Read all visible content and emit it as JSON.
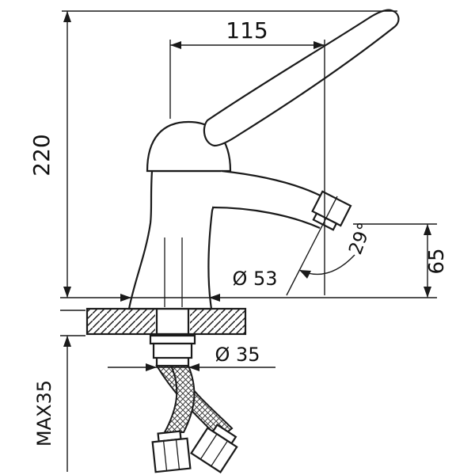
{
  "drawing": {
    "kind": "faucet installation dimension drawing",
    "colors": {
      "line": "#1a1a1a",
      "background": "#ffffff"
    }
  },
  "dimensions": {
    "spout_reach": "115",
    "total_height": "220",
    "spout_height": "65",
    "spout_angle": "29°",
    "base_diameter": "Ø 53",
    "shank_diameter": "Ø 35",
    "max_deck_thickness": "MAX35"
  }
}
